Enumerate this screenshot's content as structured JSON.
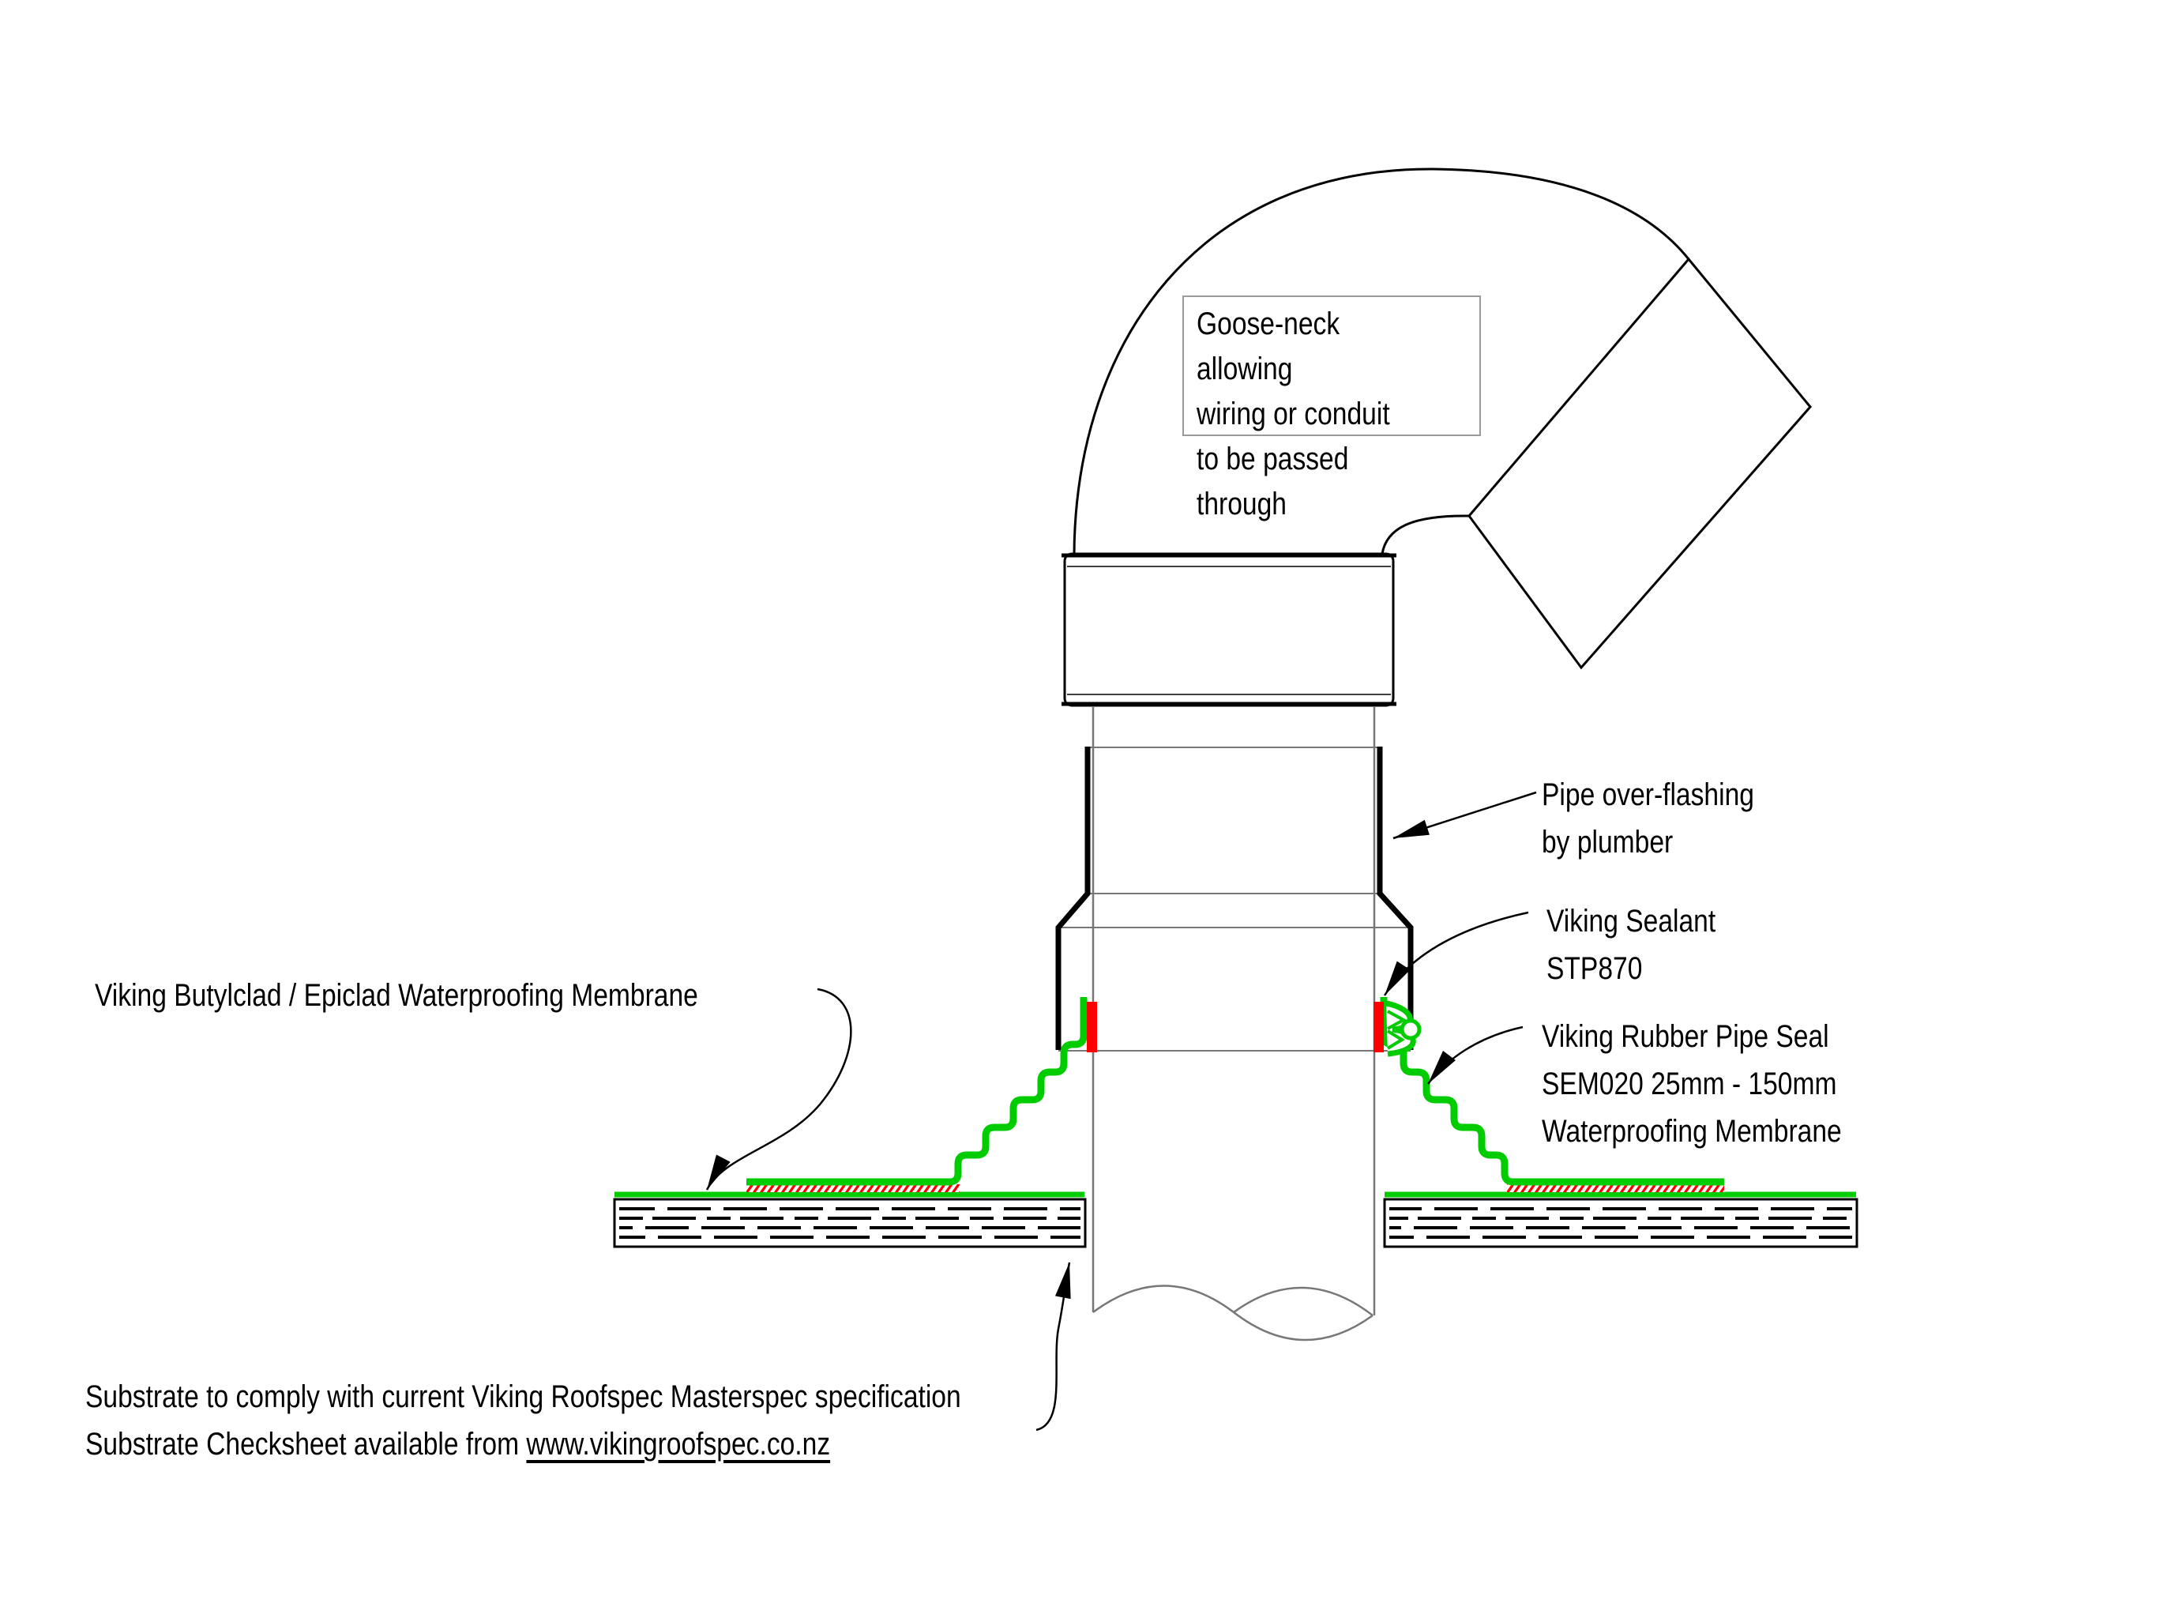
{
  "labels": {
    "gooseneck_note": "Goose-neck allowing\nwiring or conduit\nto be passed through",
    "pipe_overflashing": "Pipe  over-flashing\nby plumber",
    "viking_sealant": "Viking Sealant\nSTP870",
    "rubber_pipe_seal": "Viking Rubber Pipe Seal\nSEM020 25mm - 150mm\nWaterproofing Membrane",
    "butylclad_membrane": "Viking Butylclad / Epiclad Waterproofing Membrane",
    "substrate_line1": "Substrate to comply with current Viking Roofspec Masterspec specification",
    "substrate_line2_prefix": "Substrate Checksheet available from ",
    "substrate_url": "www.vikingroofspec.co.nz"
  },
  "colors": {
    "membrane_green": "#00cc00",
    "sealant_red": "#ff0000",
    "line_black": "#000000",
    "pipe_gray": "#777777"
  }
}
